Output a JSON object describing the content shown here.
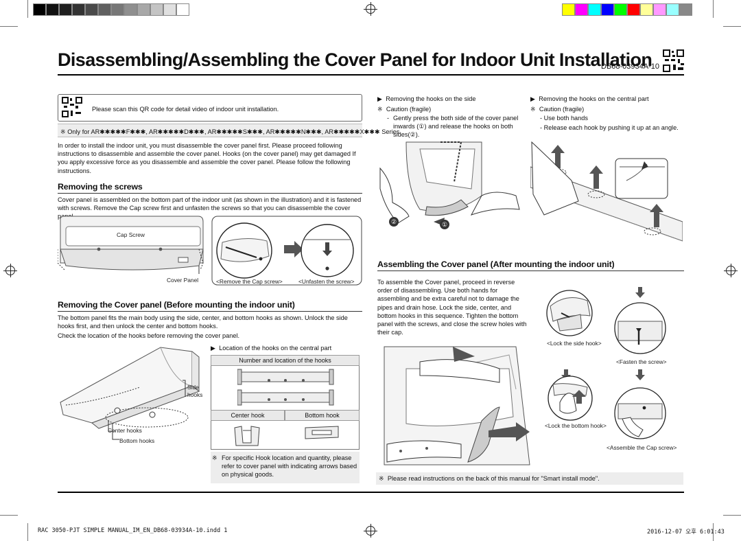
{
  "title": "Disassembling/Assembling the Cover Panel for Indoor Unit Installation",
  "doc_code": "DB68-03934A-10",
  "qr_note": "Please scan this QR code for detail video of indoor unit installation.",
  "only_for": "※ Only for AR✱✱✱✱✱F✱✱✱, AR✱✱✱✱✱D✱✱✱, AR✱✱✱✱✱S✱✱✱, AR✱✱✱✱✱N✱✱✱, AR✱✱✱✱✱X✱✱✱ Series",
  "intro": "In order to install the indoor unit, you must disassemble the cover panel first. Please proceed following instructions to disassemble and assemble the cover panel. Hooks (on the cover panel) may get damaged If you apply excessive force as you disassemble and assemble the cover panel. Please follow the following instructions.",
  "screws": {
    "heading": "Removing the screws",
    "text": "Cover panel is assembled on the bottom part of the indoor unit (as shown in the illustration) and it is fastened with screws. Remove the Cap screw first and unfasten the screws so that you can disassemble the cover panel.",
    "cap_screw": "Cap Screw",
    "cover_panel": "Cover Panel",
    "remove_cap": "<Remove the Cap screw>",
    "unfasten": "<Unfasten the screw>"
  },
  "removing_cover": {
    "heading": "Removing the Cover panel (Before mounting the indoor unit)",
    "text1": "The bottom panel fits the main body using the side, center, and bottom hooks as shown. Unlock the side hooks first, and then unlock the center and bottom hooks.",
    "text2": "Check the location of the hooks before removing the cover panel.",
    "side_hooks": "Side hooks",
    "center_hooks": "Center hooks",
    "bottom_hooks": "Bottom hooks",
    "location_central": "Location of the hooks on the central part",
    "table_header": "Number and location of the hooks",
    "center_hook": "Center hook",
    "bottom_hook": "Bottom hook",
    "note": "For specific Hook location and quantity, please refer to cover panel with indicating arrows based on physical goods."
  },
  "side_removal": {
    "title": "Removing the hooks on the side",
    "caution": "Caution (fragile)",
    "text": "Gently press the both side of the cover panel inwards (①) and release the hooks on both sides(②)."
  },
  "central_removal": {
    "title": "Removing the hooks on the central part",
    "caution": "Caution (fragile)",
    "item1": "Use both hands",
    "item2": "Release each hook by pushing it up at  an angle."
  },
  "assembling": {
    "heading": "Assembling the Cover panel (After mounting the indoor unit)",
    "text": "To assemble the Cover panel, proceed in reverse order of disassembling. Use both hands for assembling and be extra careful not to damage the pipes and drain hose. Lock the side, center, and bottom hooks in this sequence. Tighten the bottom panel with the screws, and close the screw holes with their cap.",
    "lock_side": "<Lock the side hook>",
    "fasten": "<Fasten the screw>",
    "lock_bottom": "<Lock the bottom hook>",
    "assemble_cap": "<Assemble the Cap screw>"
  },
  "smart_note": "Please read instructions on the back of this manual for \"Smart install mode\".",
  "footer_file": "RAC 3050-PJT SIMPLE MANUAL_IM_EN_DB68-03934A-10.indd   1",
  "footer_date": "2016-12-07   오후 6:01:43",
  "marks": {
    "note": "※",
    "dash": "-",
    "arrow": "▶",
    "one": "①",
    "two": "②"
  },
  "colors": {
    "swatches_left": [
      "#000000",
      "#111111",
      "#1f1f1f",
      "#333333",
      "#4a4a4a",
      "#606060",
      "#777777",
      "#8f8f8f",
      "#a8a8a8",
      "#c4c4c4",
      "#e0e0e0",
      "#ffffff"
    ],
    "swatches_right": [
      "#ffff00",
      "#ff00ff",
      "#00ffff",
      "#0000ff",
      "#00ff00",
      "#ff0000",
      "#ffff99",
      "#ff99ff",
      "#99ffff",
      "#888888"
    ]
  }
}
